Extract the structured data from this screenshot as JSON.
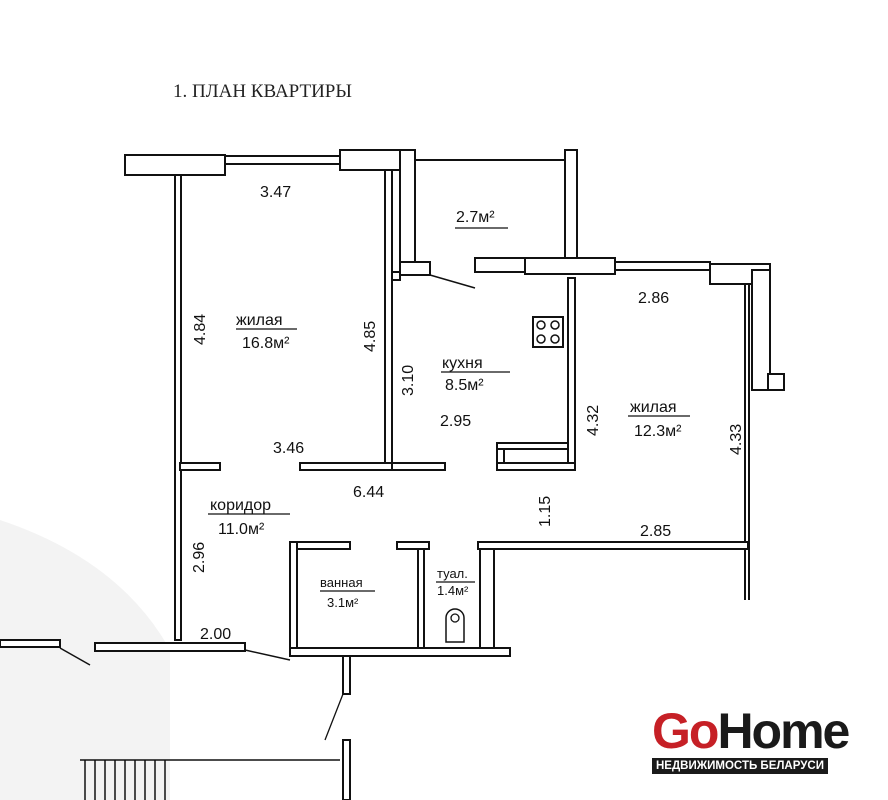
{
  "title": "1. ПЛАН КВАРТИРЫ",
  "rooms": {
    "living1": {
      "name": "жилая",
      "area": "16.8м²"
    },
    "balcony": {
      "area": "2.7м²"
    },
    "kitchen": {
      "name": "кухня",
      "area": "8.5м²"
    },
    "living2": {
      "name": "жилая",
      "area": "12.3м²"
    },
    "corridor": {
      "name": "коридор",
      "area": "11.0м²"
    },
    "bathroom": {
      "name": "ванная",
      "area": "3.1м²"
    },
    "toilet": {
      "name": "туал.",
      "area": "1.4м²"
    }
  },
  "dimensions": {
    "d347": "3.47",
    "d484": "4.84",
    "d485": "4.85",
    "d346": "3.46",
    "d310": "3.10",
    "d295": "2.95",
    "d644": "6.44",
    "d286": "2.86",
    "d432": "4.32",
    "d433": "4.33",
    "d115": "1.15",
    "d285": "2.85",
    "d296": "2.96",
    "d200": "2.00"
  },
  "logo": {
    "go": "Go",
    "home": "Home",
    "tagline": "НЕДВИЖИМОСТЬ БЕЛАРУСИ"
  },
  "colors": {
    "brand_red": "#c62026",
    "brand_dark": "#1a1a1a"
  }
}
